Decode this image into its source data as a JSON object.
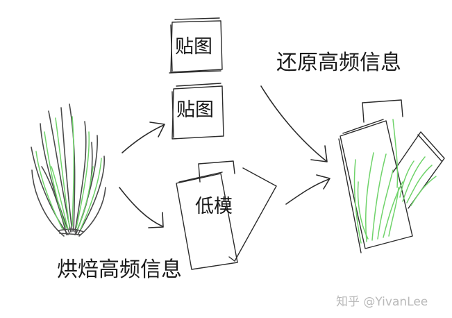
{
  "labels": {
    "texture_top": "贴图",
    "texture_mid": "贴图",
    "lowpoly": "低模",
    "bake": "烘焙高频信息",
    "restore": "还原高频信息"
  },
  "watermark": "知乎 @YivanLee",
  "colors": {
    "stroke": "#2b2b2b",
    "grass_green": "#6fd36a",
    "grass_dark": "#4a4a4a",
    "watermark": "#b9b9b9"
  }
}
